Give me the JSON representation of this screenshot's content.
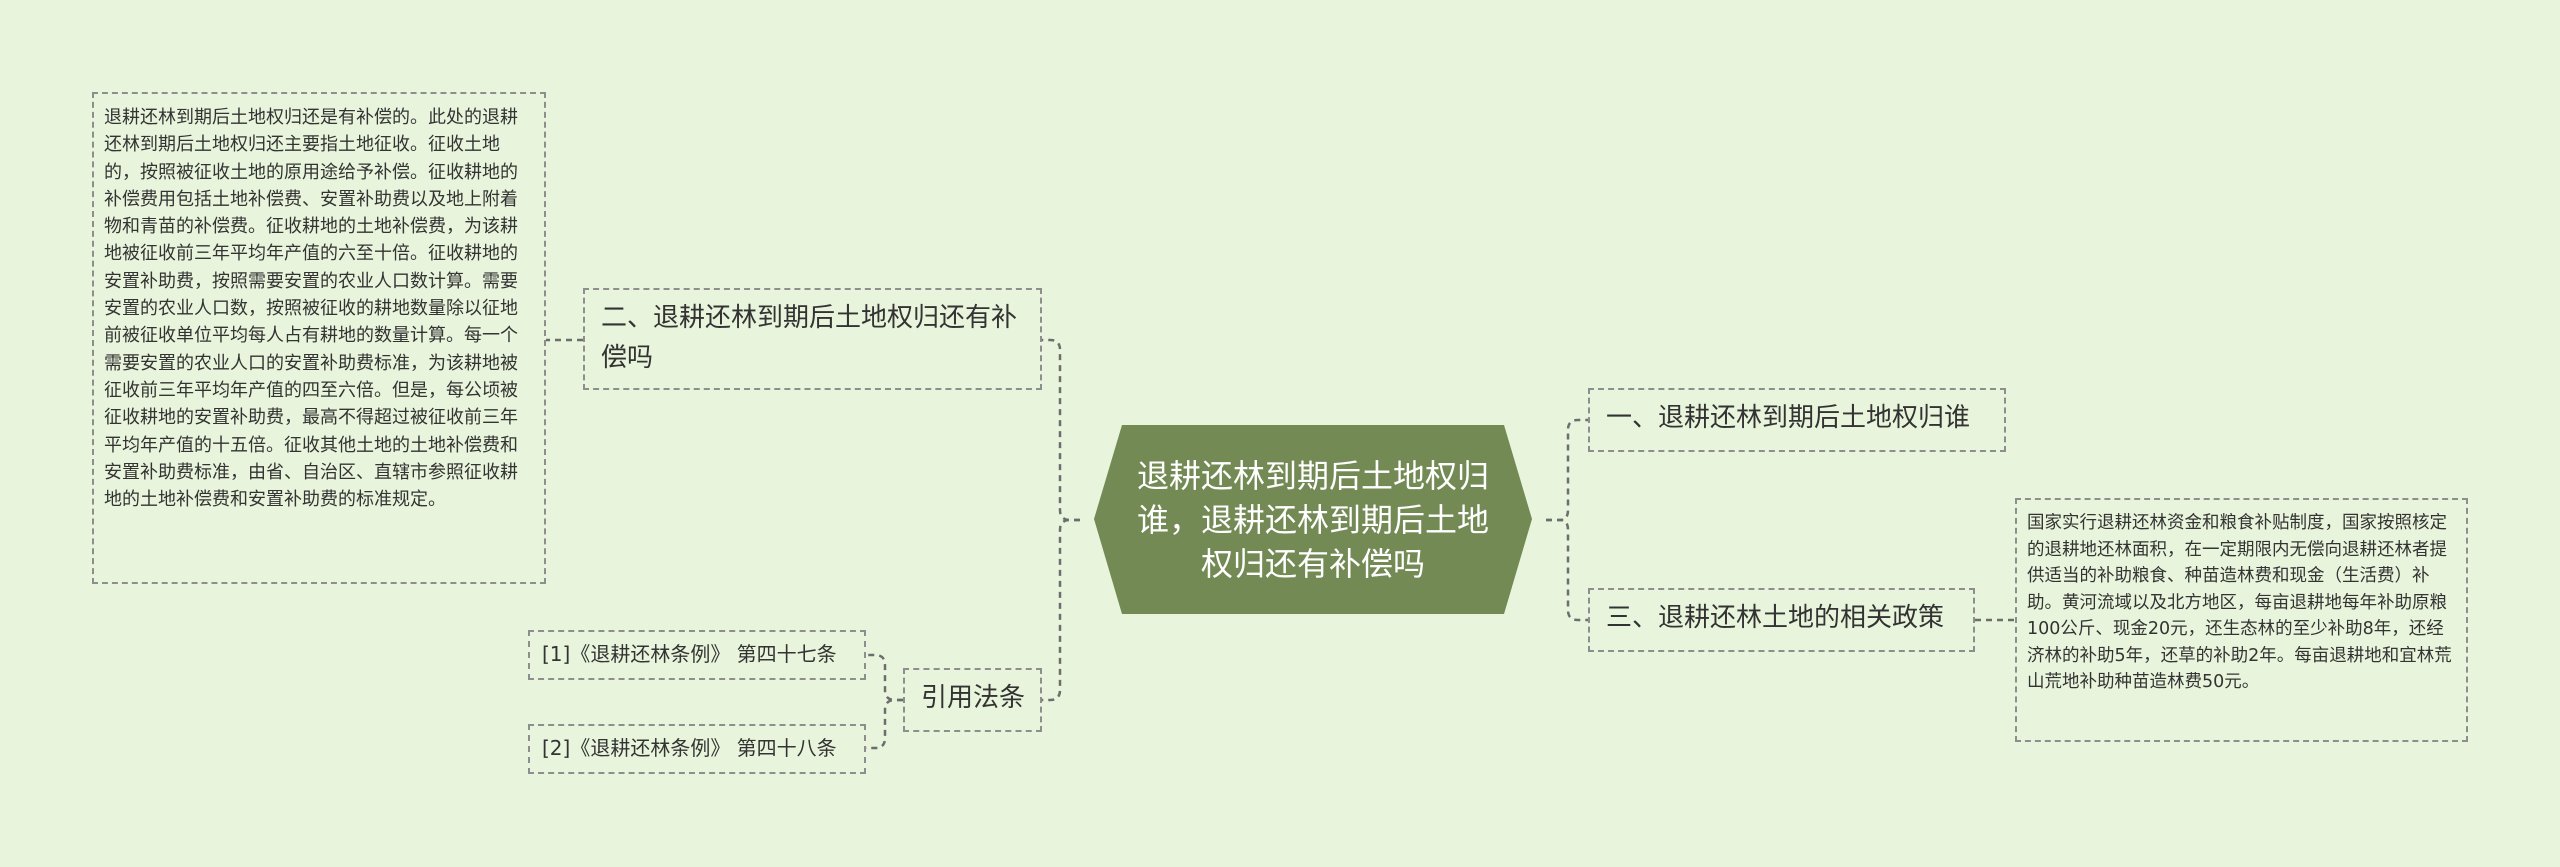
{
  "root": {
    "title": "退耕还林到期后土地权归谁，退耕还林到期后土地权归还有补偿吗"
  },
  "branches": {
    "right_1": "一、退耕还林到期后土地权归谁",
    "right_2": "三、退耕还林土地的相关政策",
    "left_1": "二、退耕还林到期后土地权归还有补偿吗",
    "left_2": "引用法条"
  },
  "details": {
    "left_1_text": "退耕还林到期后土地权归还是有补偿的。此处的退耕还林到期后土地权归还主要指土地征收。征收土地的，按照被征收土地的原用途给予补偿。征收耕地的补偿费用包括土地补偿费、安置补助费以及地上附着物和青苗的补偿费。征收耕地的土地补偿费，为该耕地被征收前三年平均年产值的六至十倍。征收耕地的安置补助费，按照需要安置的农业人口数计算。需要安置的农业人口数，按照被征收的耕地数量除以征地前被征收单位平均每人占有耕地的数量计算。每一个需要安置的农业人口的安置补助费标准，为该耕地被征收前三年平均年产值的四至六倍。但是，每公顷被征收耕地的安置补助费，最高不得超过被征收前三年平均年产值的十五倍。征收其他土地的土地补偿费和安置补助费标准，由省、自治区、直辖市参照征收耕地的土地补偿费和安置补助费的标准规定。",
    "right_2_text": "国家实行退耕还林资金和粮食补贴制度，国家按照核定的退耕地还林面积，在一定期限内无偿向退耕还林者提供适当的补助粮食、种苗造林费和现金（生活费）补助。黄河流域以及北方地区，每亩退耕地每年补助原粮100公斤、现金20元，还生态林的至少补助8年，还经济林的补助5年，还草的补助2年。每亩退耕地和宜林荒山荒地补助种苗造林费50元。",
    "ref_1": "[1]《退耕还林条例》 第四十七条",
    "ref_2": "[2]《退耕还林条例》 第四十八条"
  },
  "colors": {
    "background": "#e8f5dc",
    "root_fill": "#738a55",
    "root_text": "#ffffff",
    "connector": "#6d6d6d",
    "border": "#8e8e8e",
    "text": "#333333"
  }
}
